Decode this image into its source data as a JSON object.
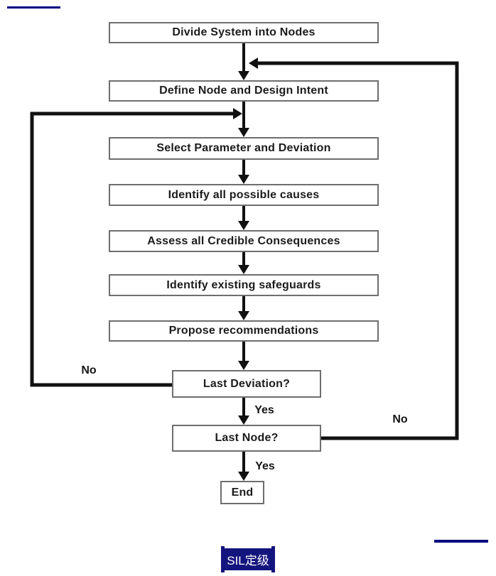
{
  "page": {
    "background": "#ffffff"
  },
  "decorations": {
    "top_left_rule_color": "#000080",
    "bottom_right_rule_color": "#000080"
  },
  "badge": {
    "label": "SIL定级",
    "background": "#14147e",
    "text_color": "#ffffff"
  },
  "flowchart": {
    "line_color": "#111111",
    "box_border_color": "#6e6e6e",
    "box_fill": "#ffffff",
    "text_color": "#1c1c1c",
    "nodes": [
      {
        "id": "divide",
        "label": "Divide System into Nodes",
        "type": "process"
      },
      {
        "id": "define",
        "label": "Define Node and Design Intent",
        "type": "process"
      },
      {
        "id": "select",
        "label": "Select Parameter and Deviation",
        "type": "process"
      },
      {
        "id": "causes",
        "label": "Identify all possible causes",
        "type": "process"
      },
      {
        "id": "consequences",
        "label": "Assess all Credible Consequences",
        "type": "process"
      },
      {
        "id": "safeguards",
        "label": "Identify existing safeguards",
        "type": "process"
      },
      {
        "id": "recommendations",
        "label": "Propose recommendations",
        "type": "process"
      },
      {
        "id": "last-deviation",
        "label": "Last Deviation?",
        "type": "decision"
      },
      {
        "id": "last-node",
        "label": "Last Node?",
        "type": "decision"
      },
      {
        "id": "end",
        "label": "End",
        "type": "terminal"
      }
    ],
    "edges": [
      {
        "from": "divide",
        "to": "define",
        "label": ""
      },
      {
        "from": "define",
        "to": "select",
        "label": ""
      },
      {
        "from": "select",
        "to": "causes",
        "label": ""
      },
      {
        "from": "causes",
        "to": "consequences",
        "label": ""
      },
      {
        "from": "consequences",
        "to": "safeguards",
        "label": ""
      },
      {
        "from": "safeguards",
        "to": "recommendations",
        "label": ""
      },
      {
        "from": "recommendations",
        "to": "last-deviation",
        "label": ""
      },
      {
        "from": "last-deviation",
        "to": "last-node",
        "label": "Yes"
      },
      {
        "from": "last-deviation",
        "to": "select",
        "label": "No"
      },
      {
        "from": "last-node",
        "to": "end",
        "label": "Yes"
      },
      {
        "from": "last-node",
        "to": "define",
        "label": "No"
      }
    ]
  }
}
